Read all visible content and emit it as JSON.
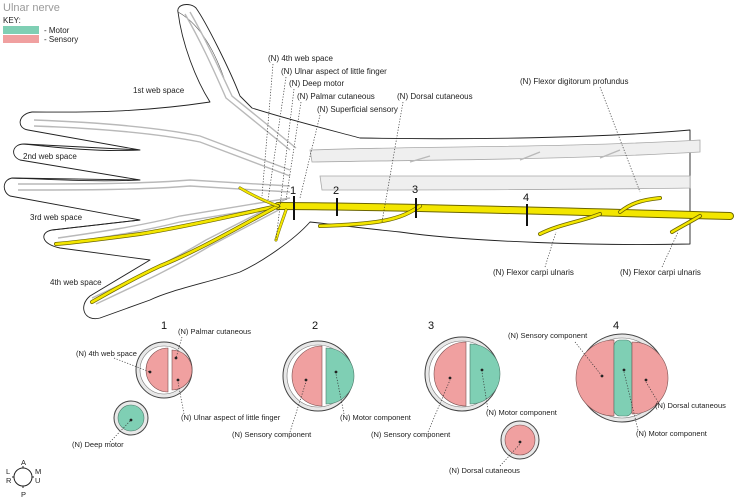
{
  "title": "Ulnar nerve",
  "key": {
    "heading": "KEY:",
    "items": [
      {
        "label": "- Motor",
        "color": "#7fcfb4"
      },
      {
        "label": "- Sensory",
        "color": "#f0a0a0"
      }
    ]
  },
  "web_spaces": [
    "1st web space",
    "2nd web space",
    "3rd web space",
    "4th web space"
  ],
  "top_labels": [
    "(N) 4th web space",
    "(N) Ulnar aspect of little finger",
    "(N) Deep motor",
    "(N) Palmar cutaneous",
    "(N) Superficial sensory",
    "(N) Dorsal cutaneous",
    "(N) Flexor digitorum profundus"
  ],
  "bottom_labels": [
    "(N) Flexor carpi ulnaris",
    "(N) Flexor carpi ulnaris"
  ],
  "levels": [
    "1",
    "2",
    "3",
    "4"
  ],
  "cross_sections": [
    {
      "number": "1",
      "labels": [
        "(N) Palmar cutaneous",
        "(N) 4th web space",
        "(N) Ulnar aspect of little finger",
        "(N) Deep motor"
      ]
    },
    {
      "number": "2",
      "labels": [
        "(N) Sensory component",
        "(N) Motor component"
      ]
    },
    {
      "number": "3",
      "labels": [
        "(N) Sensory component",
        "(N) Motor component",
        "(N) Dorsal cutaneous"
      ]
    },
    {
      "number": "4",
      "labels": [
        "(N) Sensory component",
        "(N) Dorsal cutaneous",
        "(N) Motor component"
      ]
    }
  ],
  "compass": {
    "top": "A",
    "bottom": "P",
    "left": "L\nR",
    "right": "M\nU"
  },
  "compass_letters": [
    "A",
    "P",
    "L",
    "R",
    "M",
    "U"
  ],
  "colors": {
    "nerve": "#f3e600",
    "motor": "#7fcfb4",
    "sensory": "#f0a0a0"
  }
}
